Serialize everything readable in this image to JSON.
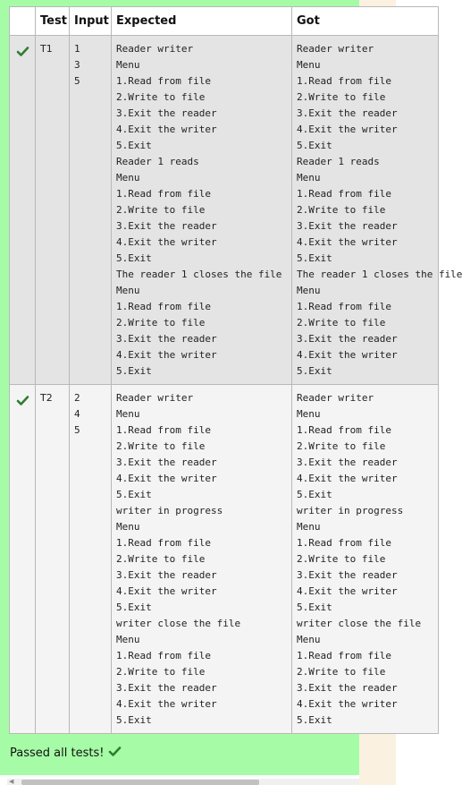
{
  "colors": {
    "panel_green": "#a6fca6",
    "check_green": "#2e7d32",
    "row_odd": "#e4e4e4",
    "row_even": "#f4f4f4"
  },
  "table": {
    "headers": [
      "Test",
      "Input",
      "Expected",
      "Got"
    ],
    "rows": [
      {
        "test": "T1",
        "input": "1\n3\n5",
        "expected": "Reader writer\nMenu\n1.Read from file\n2.Write to file\n3.Exit the reader\n4.Exit the writer\n5.Exit\nReader 1 reads\nMenu\n1.Read from file\n2.Write to file\n3.Exit the reader\n4.Exit the writer\n5.Exit\nThe reader 1 closes the file\nMenu\n1.Read from file\n2.Write to file\n3.Exit the reader\n4.Exit the writer\n5.Exit",
        "got": "Reader writer\nMenu\n1.Read from file\n2.Write to file\n3.Exit the reader\n4.Exit the writer\n5.Exit\nReader 1 reads\nMenu\n1.Read from file\n2.Write to file\n3.Exit the reader\n4.Exit the writer\n5.Exit\nThe reader 1 closes the file\nMenu\n1.Read from file\n2.Write to file\n3.Exit the reader\n4.Exit the writer\n5.Exit"
      },
      {
        "test": "T2",
        "input": "2\n4\n5",
        "expected": "Reader writer\nMenu\n1.Read from file\n2.Write to file\n3.Exit the reader\n4.Exit the writer\n5.Exit\nwriter in progress\nMenu\n1.Read from file\n2.Write to file\n3.Exit the reader\n4.Exit the writer\n5.Exit\nwriter close the file\nMenu\n1.Read from file\n2.Write to file\n3.Exit the reader\n4.Exit the writer\n5.Exit",
        "got": "Reader writer\nMenu\n1.Read from file\n2.Write to file\n3.Exit the reader\n4.Exit the writer\n5.Exit\nwriter in progress\nMenu\n1.Read from file\n2.Write to file\n3.Exit the reader\n4.Exit the writer\n5.Exit\nwriter close the file\nMenu\n1.Read from file\n2.Write to file\n3.Exit the reader\n4.Exit the writer\n5.Exit"
      }
    ]
  },
  "status": {
    "message": "Passed all tests!"
  }
}
